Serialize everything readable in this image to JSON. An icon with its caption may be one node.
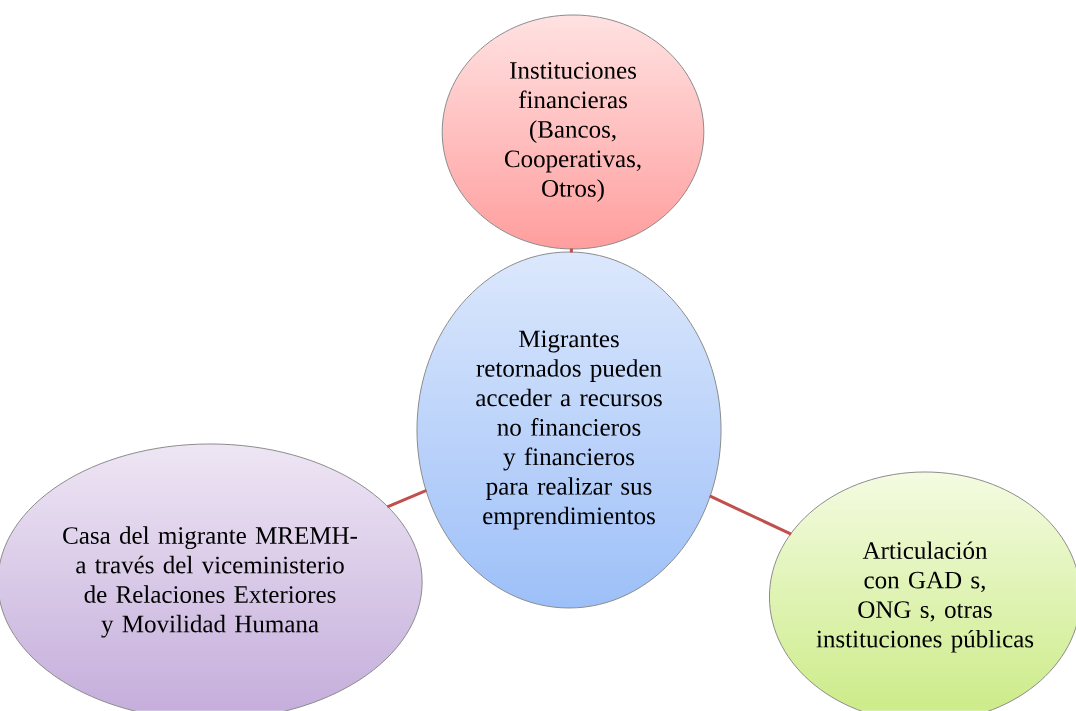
{
  "diagram": {
    "nodes": [
      {
        "text": [
          "Migrantes retornados pueden acceder a recursos no financieros y financieros para realizar sus emprendimientos"
        ]
      },
      {
        "text": [
          "Instituciones financieras (Bancos, Cooperativas, Otros)"
        ]
      },
      {
        "text": [
          "Casa del migrante MREMH- a través del viceministerio de Relaciones Exteriores y Movilidad Humana"
        ]
      },
      {
        "text": [
          "Articulación con GAD s, ONG s, otras instituciones públicas"
        ]
      }
    ],
    "edges": [
      {
        "from": 0,
        "to": 1,
        "arrow": "none"
      },
      {
        "from": 0,
        "to": 2,
        "arrow": "none"
      },
      {
        "from": 0,
        "to": 3,
        "arrow": "none"
      }
    ]
  }
}
